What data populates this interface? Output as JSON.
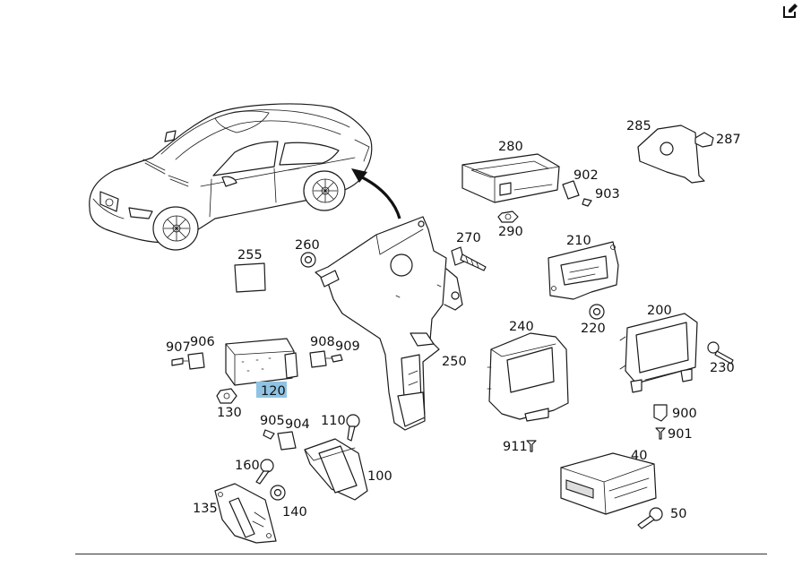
{
  "toolbar": {
    "edit_icon": "edit-icon"
  },
  "diagram": {
    "highlight_color": "#8fc3e3",
    "highlighted_part": "120",
    "labels": {
      "p255": "255",
      "p260": "260",
      "p270": "270",
      "p280": "280",
      "p285": "285",
      "p287": "287",
      "p902": "902",
      "p903": "903",
      "p290": "290",
      "p210": "210",
      "p220": "220",
      "p240": "240",
      "p250": "250",
      "p200": "200",
      "p230": "230",
      "p900": "900",
      "p901": "901",
      "p911": "911",
      "p907": "907",
      "p906": "906",
      "p908": "908",
      "p909": "909",
      "p120": "120",
      "p130": "130",
      "p905": "905",
      "p904": "904",
      "p110": "110",
      "p100": "100",
      "p160": "160",
      "p135": "135",
      "p140": "140",
      "p40": "40",
      "p50": "50"
    }
  }
}
